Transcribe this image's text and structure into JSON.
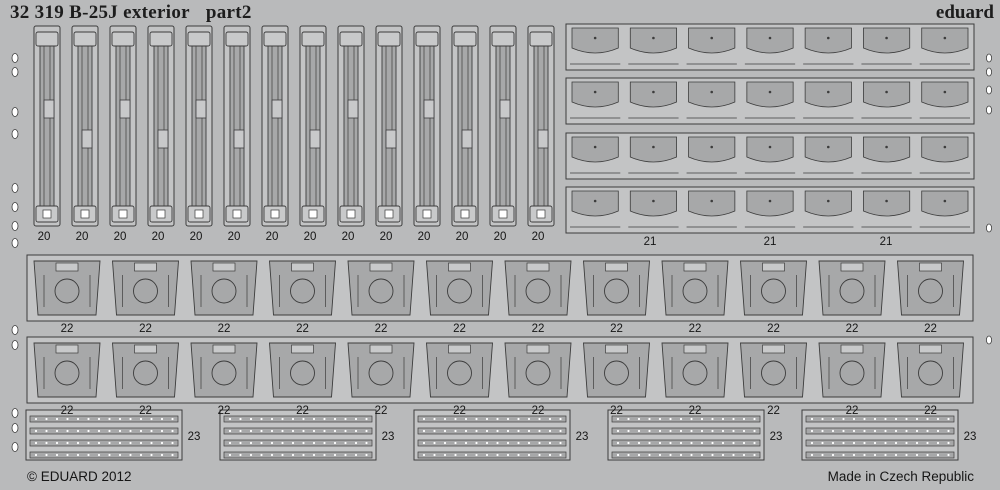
{
  "fret": {
    "title": "32 319 B-25J exterior",
    "subtitle": "part2",
    "brand": "eduard",
    "copyright": "© EDUARD 2012",
    "origin": "Made in Czech Republic",
    "colors": {
      "metal": "#b9babb",
      "part": "#a7a8a9",
      "outline": "#3c3c3c",
      "text": "#1d1d1d"
    }
  },
  "parts": {
    "p20": {
      "number": "20",
      "count": 14
    },
    "p21": {
      "number": "21",
      "count": 3,
      "frames": 4,
      "cells_per_frame": 7
    },
    "p22": {
      "number": "22",
      "count": 24
    },
    "p23": {
      "number": "23",
      "count": 5
    }
  }
}
